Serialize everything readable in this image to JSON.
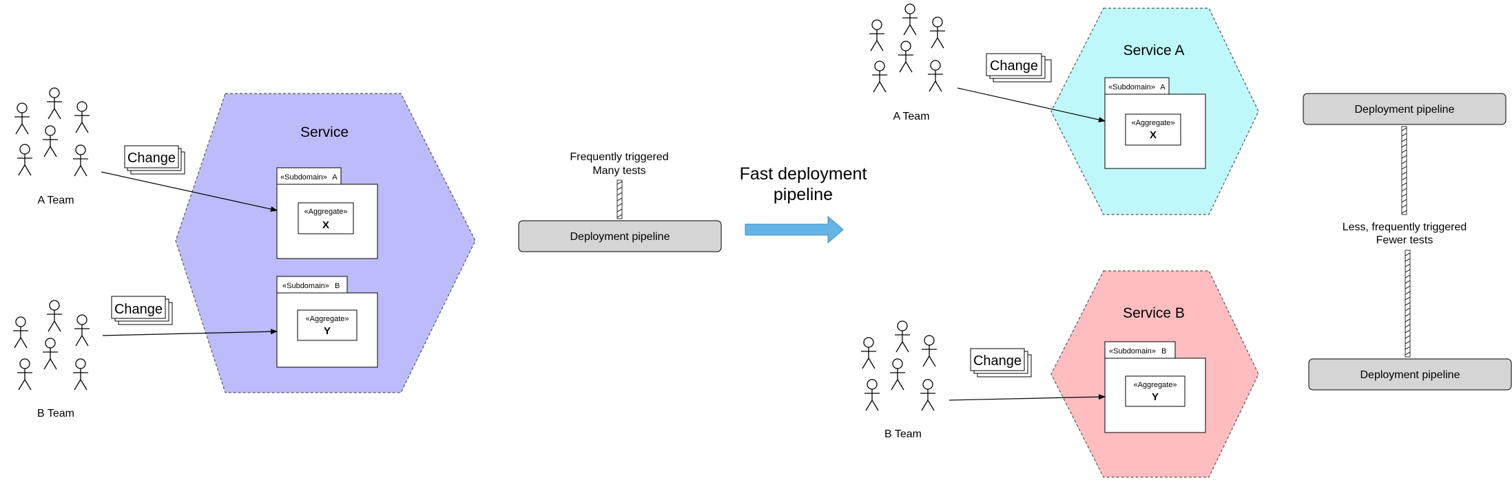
{
  "colors": {
    "service_monolith": "#bcbcfa",
    "service_a": "#bff8fa",
    "service_b": "#ffbdbf",
    "pipeline_fill": "#d5d5d5",
    "arrow_fill": "#64b4e6"
  },
  "left": {
    "service_label": "Service",
    "team_a": {
      "label": "A Team",
      "change_label": "Change"
    },
    "team_b": {
      "label": "B Team",
      "change_label": "Change"
    },
    "subdomain_a": {
      "stereotype": "«Subdomain»",
      "name": "A",
      "aggregate_stereotype": "«Aggregate»",
      "aggregate_name": "X"
    },
    "subdomain_b": {
      "stereotype": "«Subdomain»",
      "name": "B",
      "aggregate_stereotype": "«Aggregate»",
      "aggregate_name": "Y"
    },
    "pipeline_note_line1": "Frequently triggered",
    "pipeline_note_line2": "Many tests",
    "pipeline_label": "Deployment pipeline"
  },
  "transition": {
    "title_line1": "Fast deployment",
    "title_line2": "pipeline",
    "arrow_icon": "right-arrow-icon"
  },
  "right": {
    "service_a": {
      "label": "Service A",
      "stereotype": "«Subdomain»",
      "subdomain": "A",
      "aggregate_stereotype": "«Aggregate»",
      "aggregate_name": "X"
    },
    "service_b": {
      "label": "Service B",
      "stereotype": "«Subdomain»",
      "subdomain": "B",
      "aggregate_stereotype": "«Aggregate»",
      "aggregate_name": "Y"
    },
    "team_a": {
      "label": "A Team",
      "change_label": "Change"
    },
    "team_b": {
      "label": "B Team",
      "change_label": "Change"
    },
    "pipeline_a_label": "Deployment pipeline",
    "pipeline_b_label": "Deployment pipeline",
    "pipeline_note_line1": "Less, frequently triggered",
    "pipeline_note_line2": "Fewer tests"
  }
}
